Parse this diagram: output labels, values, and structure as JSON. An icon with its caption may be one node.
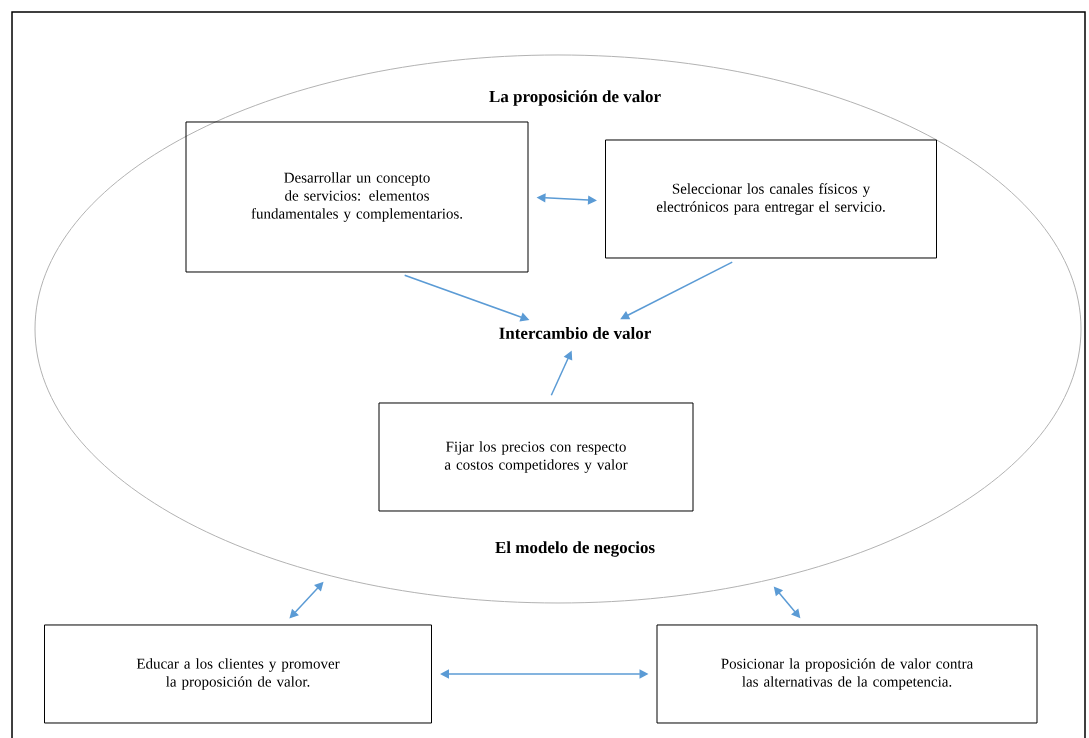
{
  "diagram": {
    "nodes": [
      {
        "text": [
          "La proposición de valor",
          "El modelo de negocios"
        ]
      },
      {
        "text": [
          "Desarrollar un concepto de servicios: elementos fundamentales y complementarios."
        ],
        "in": 0
      },
      {
        "text": [
          "Seleccionar los canales físicos y electrónicos para entregar el servicio."
        ],
        "in": 0
      },
      {
        "text": [
          "Intercambio de valor"
        ],
        "in": 0
      },
      {
        "text": [
          "Fijar los precios con respecto a costos competidores y valor"
        ],
        "in": 0
      },
      {
        "text": [
          "Educar a los clientes y promover la proposición de valor."
        ]
      },
      {
        "text": [
          "Posicionar la proposición de valor contra las alternativas de la competencia."
        ]
      }
    ],
    "edges": [
      {
        "from": 1,
        "to": 2,
        "arrow": "both"
      },
      {
        "from": 1,
        "to": 3,
        "arrow": "to"
      },
      {
        "from": 2,
        "to": 3,
        "arrow": "to"
      },
      {
        "from": 4,
        "to": 3,
        "arrow": "to"
      },
      {
        "from": 5,
        "to": 0,
        "arrow": "both"
      },
      {
        "from": 6,
        "to": 0,
        "arrow": "both"
      },
      {
        "from": 5,
        "to": 6,
        "arrow": "both"
      }
    ]
  }
}
